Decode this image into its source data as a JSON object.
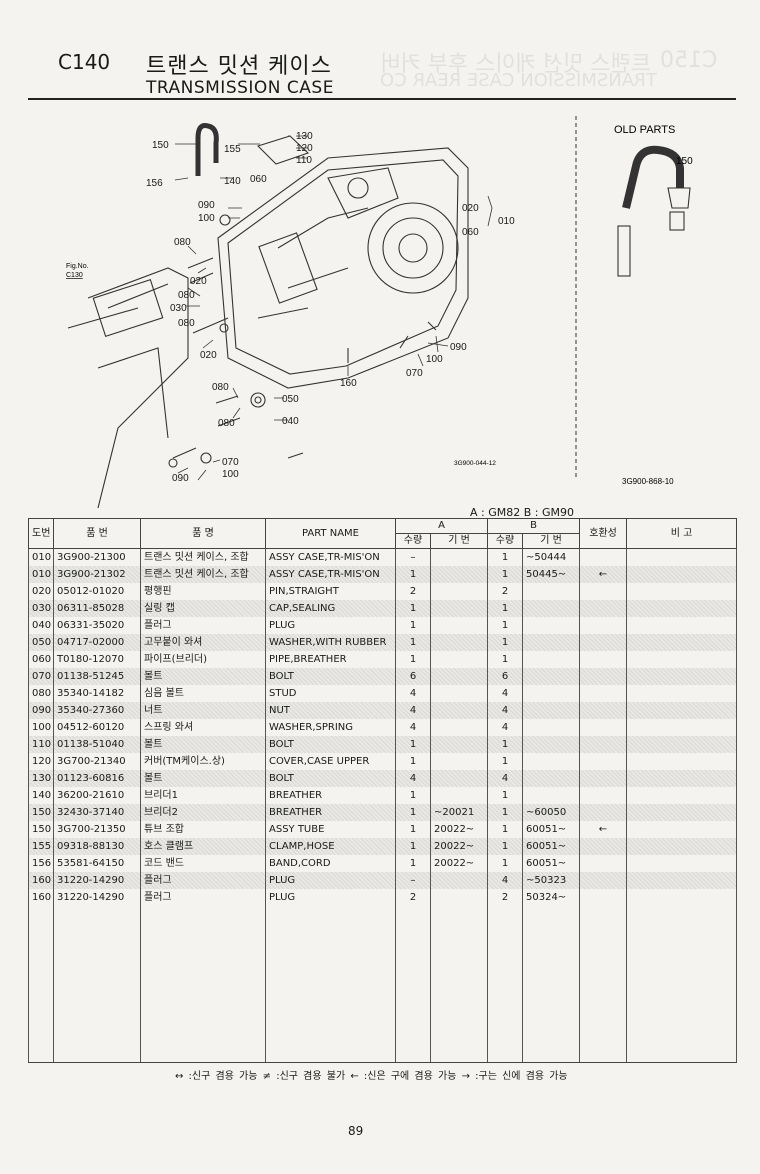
{
  "header": {
    "code": "C140",
    "title_ko": "트랜스 밋션 케이스",
    "title_en": "TRANSMISSION CASE",
    "ghost_code": "C150",
    "ghost_title_ko": "트랜스 밋션 케이스 후부 커버",
    "ghost_title_en": "TRANSMISSION CASE REAR CO"
  },
  "diagram": {
    "labels": [
      "150",
      "155",
      "130",
      "120",
      "110",
      "156",
      "140",
      "060",
      "090",
      "100",
      "080",
      "020",
      "010",
      "020",
      "060",
      "080",
      "030",
      "080",
      "020",
      "090",
      "100",
      "070",
      "160",
      "080",
      "050",
      "080",
      "040",
      "070",
      "100",
      "090"
    ],
    "fig_ref_1": "Fig.No.",
    "fig_ref_2": "C130",
    "drawing_no": "3G900-044-12",
    "old_parts_title": "OLD PARTS",
    "old_label": "150",
    "old_drawing_no": "3G900-868-10"
  },
  "models_note": "A : GM82   B : GM90",
  "table": {
    "headers": {
      "ref_no": "도번",
      "part_no": "품 번",
      "name_ko": "품 명",
      "name_en": "PART NAME",
      "group_a": "A",
      "group_b": "B",
      "qty": "수량",
      "serial": "기 번",
      "interchange": "호환성",
      "remarks": "비 고"
    },
    "rows": [
      {
        "ref": "010",
        "part": "3G900-21300",
        "ko": "트랜스 밋션 케이스, 조합",
        "en": "ASSY CASE,TR-MIS'ON",
        "qa": "–",
        "sa": "",
        "qb": "1",
        "sb": "~50444",
        "ix": "",
        "rm": "",
        "hl": false
      },
      {
        "ref": "010",
        "part": "3G900-21302",
        "ko": "트랜스 밋션 케이스, 조합",
        "en": "ASSY CASE,TR-MIS'ON",
        "qa": "1",
        "sa": "",
        "qb": "1",
        "sb": "50445~",
        "ix": "←",
        "rm": "",
        "hl": true
      },
      {
        "ref": "020",
        "part": "05012-01020",
        "ko": "평행핀",
        "en": "PIN,STRAIGHT",
        "qa": "2",
        "sa": "",
        "qb": "2",
        "sb": "",
        "ix": "",
        "rm": "",
        "hl": false
      },
      {
        "ref": "030",
        "part": "06311-85028",
        "ko": "실링 캡",
        "en": "CAP,SEALING",
        "qa": "1",
        "sa": "",
        "qb": "1",
        "sb": "",
        "ix": "",
        "rm": "",
        "hl": true
      },
      {
        "ref": "040",
        "part": "06331-35020",
        "ko": "플러그",
        "en": "PLUG",
        "qa": "1",
        "sa": "",
        "qb": "1",
        "sb": "",
        "ix": "",
        "rm": "",
        "hl": false
      },
      {
        "ref": "050",
        "part": "04717-02000",
        "ko": "고무붙이 와셔",
        "en": "WASHER,WITH RUBBER",
        "qa": "1",
        "sa": "",
        "qb": "1",
        "sb": "",
        "ix": "",
        "rm": "",
        "hl": true
      },
      {
        "ref": "060",
        "part": "T0180-12070",
        "ko": "파이프(브리더)",
        "en": "PIPE,BREATHER",
        "qa": "1",
        "sa": "",
        "qb": "1",
        "sb": "",
        "ix": "",
        "rm": "",
        "hl": false
      },
      {
        "ref": "070",
        "part": "01138-51245",
        "ko": "볼트",
        "en": "BOLT",
        "qa": "6",
        "sa": "",
        "qb": "6",
        "sb": "",
        "ix": "",
        "rm": "",
        "hl": true
      },
      {
        "ref": "080",
        "part": "35340-14182",
        "ko": "심음 볼트",
        "en": "STUD",
        "qa": "4",
        "sa": "",
        "qb": "4",
        "sb": "",
        "ix": "",
        "rm": "",
        "hl": false
      },
      {
        "ref": "090",
        "part": "35340-27360",
        "ko": "너트",
        "en": "NUT",
        "qa": "4",
        "sa": "",
        "qb": "4",
        "sb": "",
        "ix": "",
        "rm": "",
        "hl": true
      },
      {
        "ref": "100",
        "part": "04512-60120",
        "ko": "스프링 와셔",
        "en": "WASHER,SPRING",
        "qa": "4",
        "sa": "",
        "qb": "4",
        "sb": "",
        "ix": "",
        "rm": "",
        "hl": false
      },
      {
        "ref": "110",
        "part": "01138-51040",
        "ko": "볼트",
        "en": "BOLT",
        "qa": "1",
        "sa": "",
        "qb": "1",
        "sb": "",
        "ix": "",
        "rm": "",
        "hl": true
      },
      {
        "ref": "120",
        "part": "3G700-21340",
        "ko": "커버(TM케이스.상)",
        "en": "COVER,CASE UPPER",
        "qa": "1",
        "sa": "",
        "qb": "1",
        "sb": "",
        "ix": "",
        "rm": "",
        "hl": false
      },
      {
        "ref": "130",
        "part": "01123-60816",
        "ko": "볼트",
        "en": "BOLT",
        "qa": "4",
        "sa": "",
        "qb": "4",
        "sb": "",
        "ix": "",
        "rm": "",
        "hl": true
      },
      {
        "ref": "140",
        "part": "36200-21610",
        "ko": "브리더1",
        "en": "BREATHER",
        "qa": "1",
        "sa": "",
        "qb": "1",
        "sb": "",
        "ix": "",
        "rm": "",
        "hl": false
      },
      {
        "ref": "150",
        "part": "32430-37140",
        "ko": "브리더2",
        "en": "BREATHER",
        "qa": "1",
        "sa": "~20021",
        "qb": "1",
        "sb": "~60050",
        "ix": "",
        "rm": "",
        "hl": true
      },
      {
        "ref": "150",
        "part": "3G700-21350",
        "ko": "튜브 조합",
        "en": "ASSY TUBE",
        "qa": "1",
        "sa": "20022~",
        "qb": "1",
        "sb": "60051~",
        "ix": "←",
        "rm": "",
        "hl": false
      },
      {
        "ref": "155",
        "part": "09318-88130",
        "ko": "호스 클램프",
        "en": "CLAMP,HOSE",
        "qa": "1",
        "sa": "20022~",
        "qb": "1",
        "sb": "60051~",
        "ix": "",
        "rm": "",
        "hl": true
      },
      {
        "ref": "156",
        "part": "53581-64150",
        "ko": "코드 밴드",
        "en": "BAND,CORD",
        "qa": "1",
        "sa": "20022~",
        "qb": "1",
        "sb": "60051~",
        "ix": "",
        "rm": "",
        "hl": false
      },
      {
        "ref": "160",
        "part": "31220-14290",
        "ko": "플러그",
        "en": "PLUG",
        "qa": "–",
        "sa": "",
        "qb": "4",
        "sb": "~50323",
        "ix": "",
        "rm": "",
        "hl": true
      },
      {
        "ref": "160",
        "part": "31220-14290",
        "ko": "플러그",
        "en": "PLUG",
        "qa": "2",
        "sa": "",
        "qb": "2",
        "sb": "50324~",
        "ix": "",
        "rm": "",
        "hl": false
      }
    ]
  },
  "legend": "↔ :신구 겸용 가능    ≠ :신구 겸용 불가    ← :신은 구에 겸용 가능    → :구는 신에 겸용 가능",
  "page_number": "89"
}
